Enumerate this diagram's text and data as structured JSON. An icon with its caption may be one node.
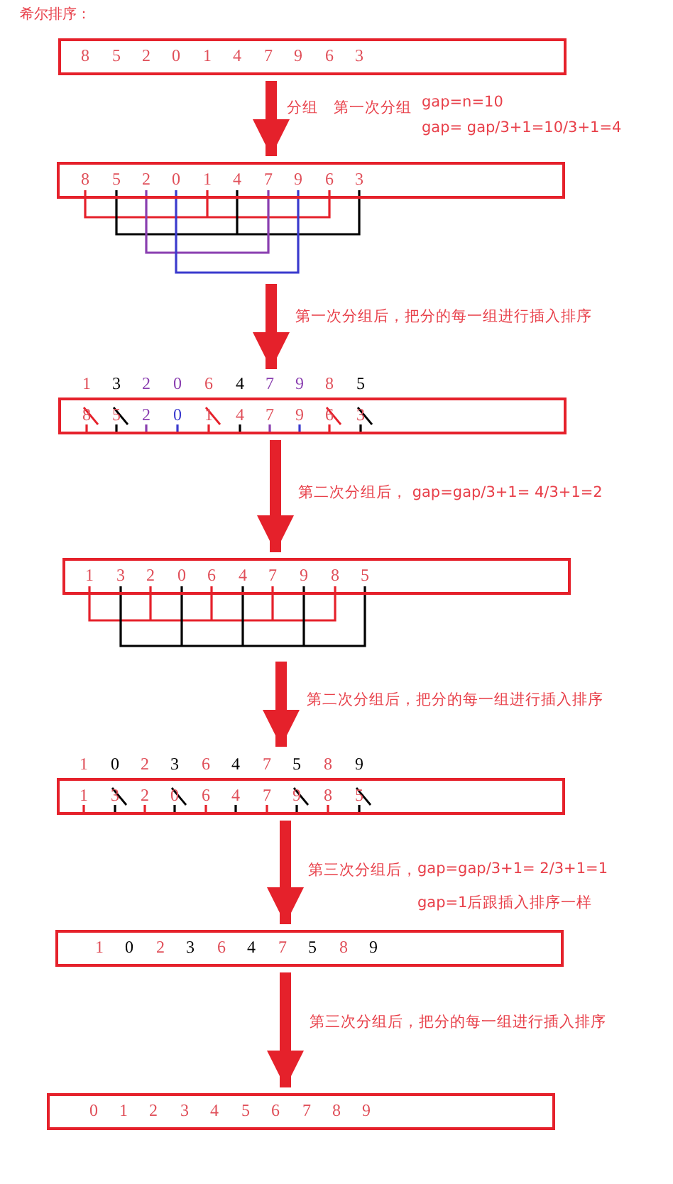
{
  "diagram": {
    "title": "希尔排序：",
    "nodes": [
      {
        "text": [
          "8",
          "5",
          "2",
          "0",
          "1",
          "4",
          "7",
          "9",
          "6",
          "3"
        ]
      },
      {
        "text": [
          "8",
          "5",
          "2",
          "0",
          "1",
          "4",
          "7",
          "9",
          "6",
          "3"
        ]
      },
      {
        "text": [
          "1",
          "3",
          "2",
          "0",
          "6",
          "4",
          "7",
          "9",
          "8",
          "5",
          "8",
          "5",
          "2",
          "0",
          "1",
          "4",
          "7",
          "9",
          "6",
          "3"
        ]
      },
      {
        "text": [
          "1",
          "3",
          "2",
          "0",
          "6",
          "4",
          "7",
          "9",
          "8",
          "5"
        ]
      },
      {
        "text": [
          "1",
          "0",
          "2",
          "3",
          "6",
          "4",
          "7",
          "5",
          "8",
          "9",
          "1",
          "3",
          "2",
          "0",
          "6",
          "4",
          "7",
          "9",
          "8",
          "5"
        ]
      },
      {
        "text": [
          "1",
          "0",
          "2",
          "3",
          "6",
          "4",
          "7",
          "5",
          "8",
          "9"
        ]
      },
      {
        "text": [
          "0",
          "1",
          "2",
          "3",
          "4",
          "5",
          "6",
          "7",
          "8",
          "9"
        ]
      }
    ],
    "edges": [
      {
        "from": 0,
        "to": 1,
        "arrow": "to"
      },
      {
        "from": 1,
        "to": 2,
        "arrow": "to"
      },
      {
        "from": 2,
        "to": 3,
        "arrow": "to"
      },
      {
        "from": 3,
        "to": 4,
        "arrow": "to"
      },
      {
        "from": 4,
        "to": 5,
        "arrow": "to"
      },
      {
        "from": 5,
        "to": 6,
        "arrow": "to"
      }
    ],
    "labels": [
      "分组",
      "第一次分组",
      "gap=n=10",
      "gap= gap/3+1=10/3+1=4",
      "第一次分组后，把分的每一组进行插入排序",
      "第二次分组后， gap=gap/3+1= 4/3+1=2",
      "第二次分组后，把分的每一组进行插入排序",
      "第三次分组后，",
      "gap=gap/3+1= 2/3+1=1",
      "gap=1后跟插入排序一样",
      "第三次分组后，把分的每一组进行插入排序"
    ]
  }
}
